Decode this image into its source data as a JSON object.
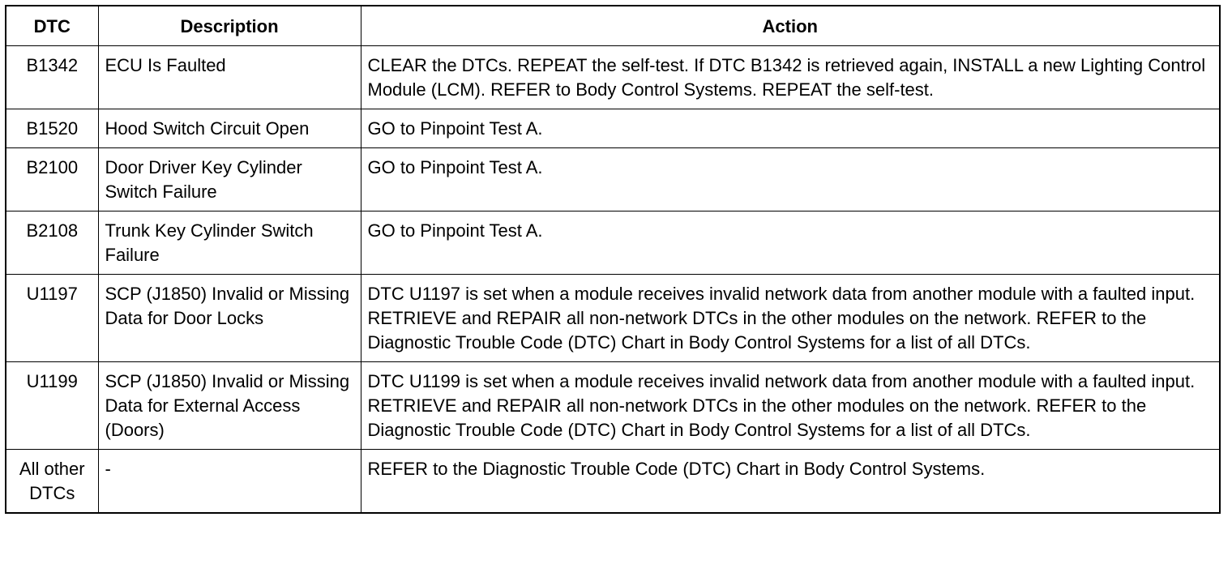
{
  "table": {
    "headers": {
      "dtc": "DTC",
      "description": "Description",
      "action": "Action"
    },
    "rows": [
      {
        "dtc": "B1342",
        "description": "ECU Is Faulted",
        "action": "CLEAR the DTCs. REPEAT the self-test. If DTC B1342 is retrieved again, INSTALL a new Lighting Control Module (LCM). REFER to Body Control Systems. REPEAT the self-test."
      },
      {
        "dtc": "B1520",
        "description": "Hood Switch Circuit Open",
        "action": "GO to Pinpoint Test A."
      },
      {
        "dtc": "B2100",
        "description": "Door Driver Key Cylinder Switch Failure",
        "action": "GO to Pinpoint Test A."
      },
      {
        "dtc": "B2108",
        "description": "Trunk Key Cylinder Switch Failure",
        "action": "GO to Pinpoint Test A."
      },
      {
        "dtc": "U1197",
        "description": "SCP (J1850) Invalid or Missing Data for Door Locks",
        "action": "DTC U1197 is set when a module receives invalid network data from another module with a faulted input. RETRIEVE and REPAIR all non-network DTCs in the other modules on the network. REFER to the Diagnostic Trouble Code (DTC) Chart in Body Control Systems for a list of all DTCs."
      },
      {
        "dtc": "U1199",
        "description": "SCP (J1850) Invalid or Missing Data for External Access (Doors)",
        "action": "DTC U1199 is set when a module receives invalid network data from another module with a faulted input. RETRIEVE and REPAIR all non-network DTCs in the other modules on the network. REFER to the Diagnostic Trouble Code (DTC) Chart in Body Control Systems for a list of all DTCs."
      },
      {
        "dtc": "All other DTCs",
        "description": "-",
        "action": "REFER to the Diagnostic Trouble Code (DTC) Chart in Body Control Systems."
      }
    ]
  }
}
